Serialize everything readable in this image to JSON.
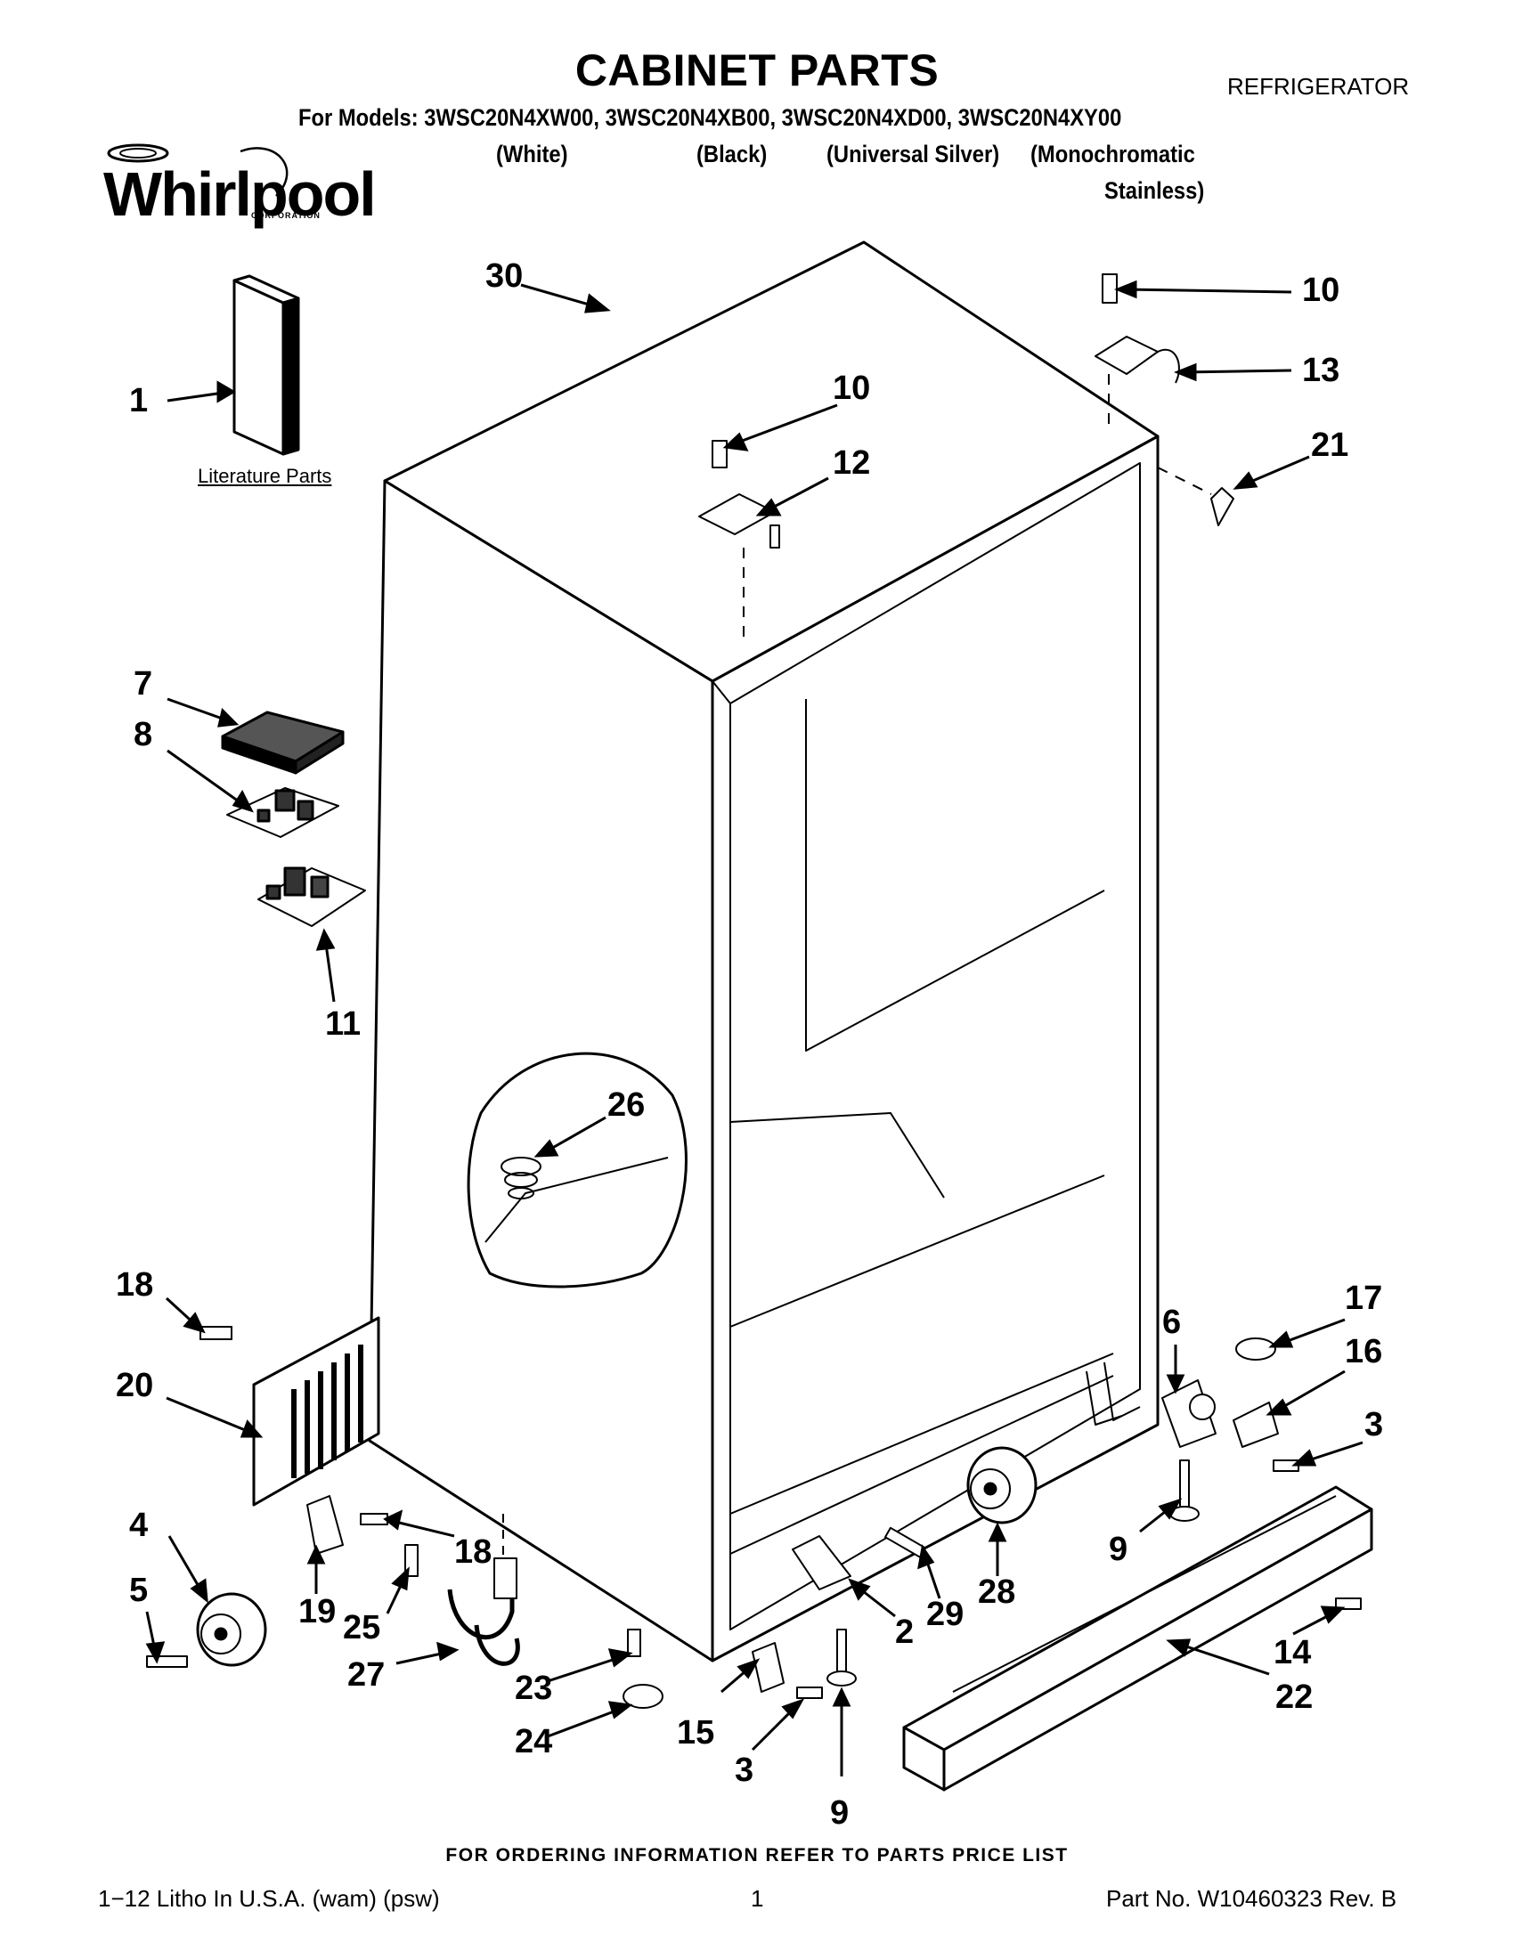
{
  "header": {
    "title": "CABINET PARTS",
    "category": "REFRIGERATOR",
    "models_line": "For Models: 3WSC20N4XW00, 3WSC20N4XB00, 3WSC20N4XD00, 3WSC20N4XY00",
    "colors": [
      "(White)",
      "(Black)",
      "(Universal Silver)",
      "(Monochromatic",
      "Stainless)"
    ]
  },
  "logo": {
    "brand": "Whirlpool",
    "sub": "CORPORATION"
  },
  "literature_label": "Literature Parts",
  "callouts": [
    "30",
    "1",
    "10",
    "12",
    "10",
    "13",
    "21",
    "7",
    "8",
    "11",
    "26",
    "18",
    "20",
    "6",
    "17",
    "16",
    "3",
    "4",
    "5",
    "19",
    "18",
    "25",
    "27",
    "23",
    "24",
    "15",
    "3",
    "9",
    "2",
    "29",
    "28",
    "9",
    "14",
    "22"
  ],
  "footer": {
    "note": "FOR ORDERING INFORMATION REFER TO PARTS PRICE LIST",
    "left": "1−12 Litho In U.S.A. (wam) (psw)",
    "page": "1",
    "part_no": "Part No. W10460323 Rev. B"
  }
}
